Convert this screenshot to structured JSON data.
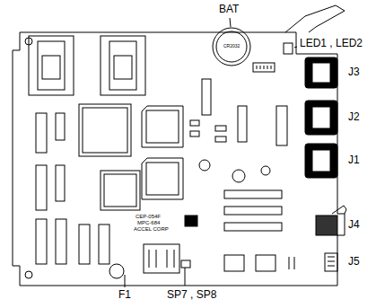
{
  "diagram": {
    "labels": [
      "BAT",
      "CR2032",
      "LED1 , LED2",
      "J3",
      "J2",
      "J1",
      "J4",
      "J5",
      "CEP-054F",
      "MPC-684",
      "ACCEL CORP",
      "F1",
      "SP7 , SP8"
    ]
  }
}
